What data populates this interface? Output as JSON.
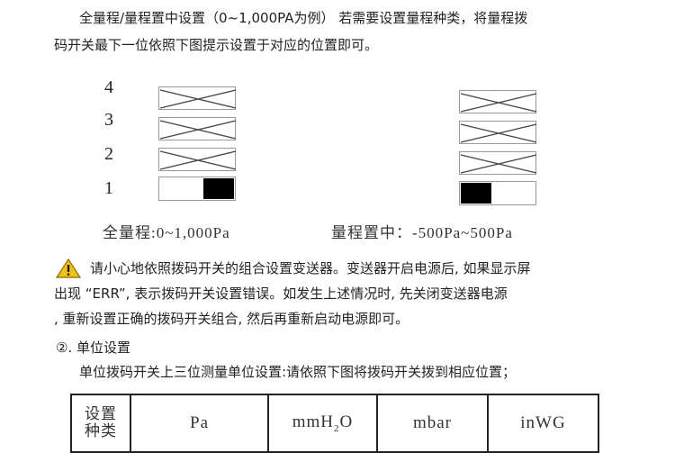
{
  "intro": {
    "line1": "全量程/量程置中设置（0~1,000PA为例） 若需要设置量程种类，将量程拨",
    "line2": "码开关最下一位依照下图提示设置于对应的位置即可。"
  },
  "diagram": {
    "switch_labels": [
      "4",
      "3",
      "2",
      "1"
    ],
    "left_caption": "全量程:0~1,000Pa",
    "right_caption": "量程置中：-500Pa~500Pa",
    "left_switch1_position": "right",
    "right_switch1_position": "left"
  },
  "warning": {
    "icon": "warning-icon",
    "line1": "请小心地依照拨码开关的组合设置变送器。变送器开启电源后, 如果显示屏",
    "line2": "出现 “ERR”, 表示拨码开关设置错误。如发生上述情况时, 先关闭变送器电源",
    "line3": ", 重新设置正确的拨码开关组合, 然后再重新启动电源即可。"
  },
  "unit_section": {
    "heading": "②. 单位设置",
    "desc": "单位拨码开关上三位测量单位设置:请依照下图将拨码开关拨到相应位置；"
  },
  "table": {
    "header_label_1": "设置",
    "header_label_2": "种类",
    "units": [
      "Pa",
      "mmH",
      "2",
      "O",
      "mbar",
      "inWG"
    ]
  }
}
